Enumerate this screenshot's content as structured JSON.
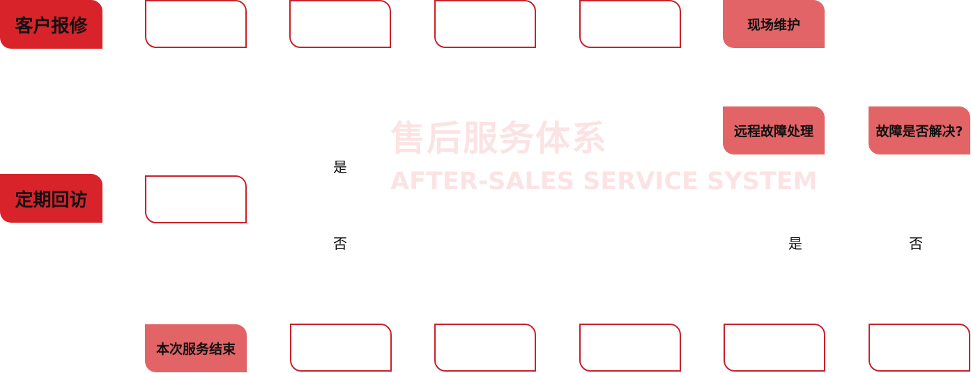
{
  "watermark": {
    "title": "售后服务体系",
    "subtitle": "AFTER-SALES SERVICE SYSTEM"
  },
  "lanes": {
    "customer_report": "客户报修",
    "regular_visit": "定期回访"
  },
  "steps": {
    "onsite_maintenance": "现场维护",
    "remote_fault_handling": "远程故障处理",
    "fault_resolved_question": "故障是否解决?",
    "service_end": "本次服务结束"
  },
  "labels": {
    "yes": "是",
    "no": "否"
  },
  "colors": {
    "lane": "#d8232a",
    "filled_step": "#e26466",
    "outline": "#c8202a",
    "watermark": "#fbe3e4"
  }
}
